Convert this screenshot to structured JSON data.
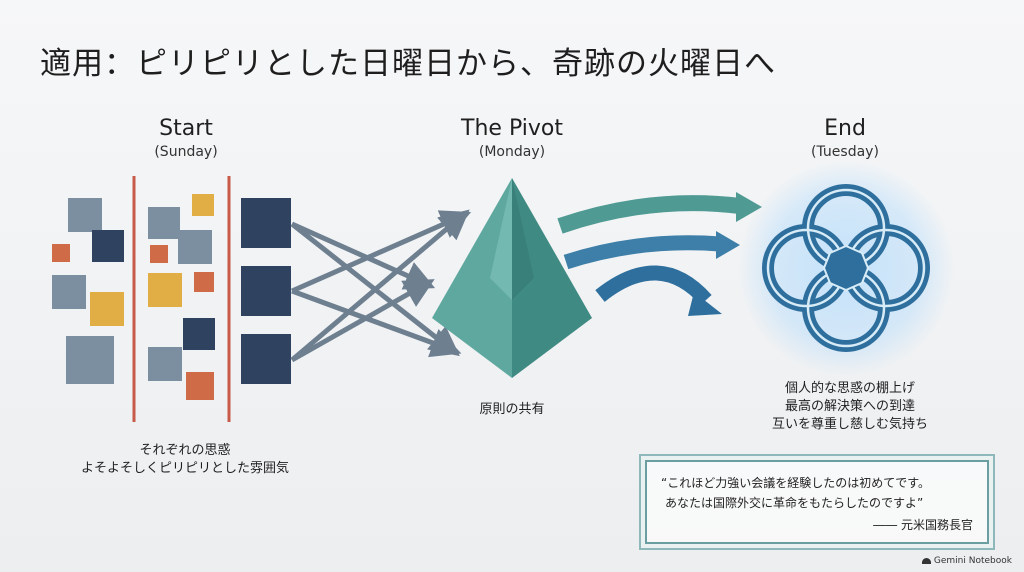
{
  "title": "適用：ピリピリとした日曜日から、奇跡の火曜日へ",
  "stages": [
    {
      "name": "Start",
      "day": "(Sunday)",
      "caption_lines": [
        "それぞれの思惑",
        "よそよそしくピリピリとした雰囲気"
      ]
    },
    {
      "name": "The Pivot",
      "day": "(Monday)",
      "caption_lines": [
        "原則の共有"
      ]
    },
    {
      "name": "End",
      "day": "(Tuesday)",
      "caption_lines": [
        "個人的な思惑の棚上げ",
        "最高の解決策への到達",
        "互いを尊重し慈しむ気持ち"
      ]
    }
  ],
  "quote": {
    "lines": [
      "“これほど力強い会議を経験したのは初めてです。",
      "あなたは国際外交に革命をもたらしたのですよ”"
    ],
    "attribution": "―― 元米国務長官"
  },
  "brand": "Gemini Notebook",
  "colors": {
    "slate": "#7c8fa0",
    "navy": "#2f4361",
    "amber": "#e1ad45",
    "rust": "#cf6b47",
    "red_line": "#c85a4a",
    "teal": "#4f9a93",
    "blue": "#2e6f9e"
  }
}
